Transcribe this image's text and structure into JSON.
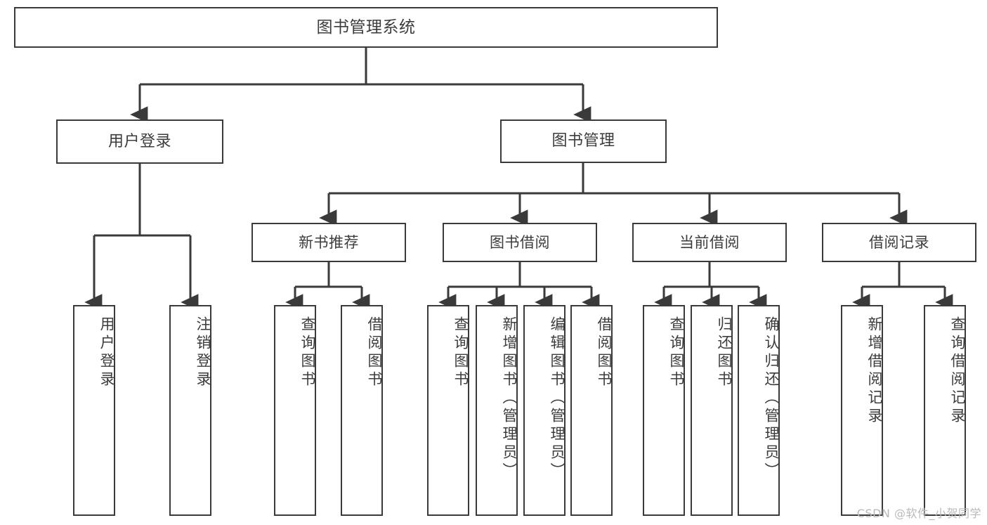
{
  "diagram": {
    "title": "图书管理系统",
    "type": "tree",
    "watermark": "CSDN @软件_小贺同学",
    "colors": {
      "stroke": "#3a3a3a",
      "text": "#3c3c3c",
      "background": "#ffffff",
      "watermark": "#b9b9b9"
    },
    "nodes": {
      "root": {
        "label": "图书管理系统"
      },
      "level1": [
        {
          "id": "user-login",
          "label": "用户登录"
        },
        {
          "id": "book-manage",
          "label": "图书管理"
        }
      ],
      "level2": [
        {
          "id": "new-book-rec",
          "label": "新书推荐"
        },
        {
          "id": "book-borrow",
          "label": "图书借阅"
        },
        {
          "id": "current-borrow",
          "label": "当前借阅"
        },
        {
          "id": "borrow-record",
          "label": "借阅记录"
        }
      ],
      "leaves": {
        "user_login": [
          {
            "id": "leaf-user-login",
            "label": "用户登录"
          },
          {
            "id": "leaf-logout-login",
            "label": "注销登录"
          }
        ],
        "new_book_rec": [
          {
            "id": "leaf-query-book-1",
            "label": "查询图书"
          },
          {
            "id": "leaf-borrow-book-1",
            "label": "借阅图书"
          }
        ],
        "book_borrow": [
          {
            "id": "leaf-query-book-2",
            "label": "查询图书"
          },
          {
            "id": "leaf-add-book",
            "label": "新增图书（管理员）"
          },
          {
            "id": "leaf-edit-book",
            "label": "编辑图书（管理员）"
          },
          {
            "id": "leaf-borrow-book-2",
            "label": "借阅图书"
          }
        ],
        "current_borrow": [
          {
            "id": "leaf-query-book-3",
            "label": "查询图书"
          },
          {
            "id": "leaf-return-book",
            "label": "归还图书"
          },
          {
            "id": "leaf-confirm-return",
            "label": "确认归还（管理员）"
          }
        ],
        "borrow_record": [
          {
            "id": "leaf-add-record",
            "label": "新增借阅记录"
          },
          {
            "id": "leaf-query-record",
            "label": "查询借阅记录"
          }
        ]
      }
    }
  }
}
